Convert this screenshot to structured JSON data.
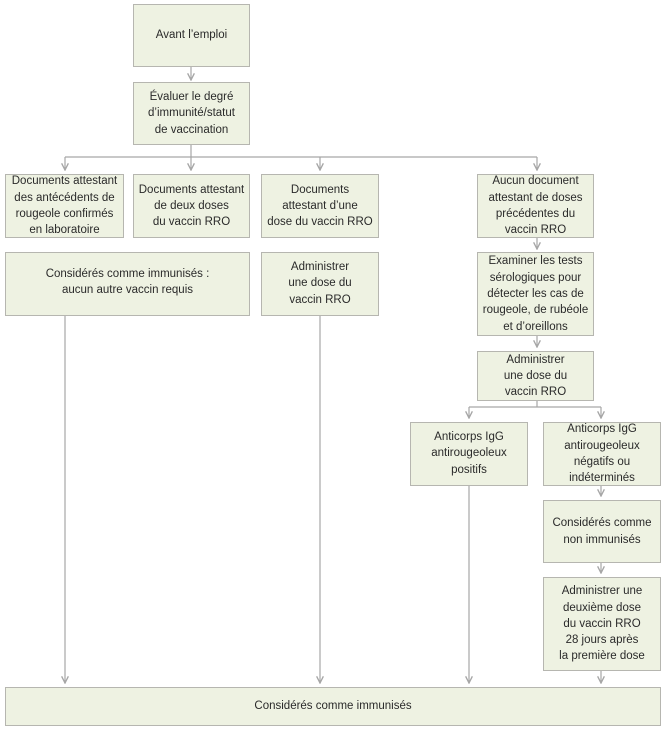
{
  "nodes": {
    "avant_emploi": "Avant l’emploi",
    "evaluer": "Évaluer le degré\nd’immunité/statut\nde vaccination",
    "docs_antecedents": "Documents attestant\ndes antécédents de\nrougeole confirmés\nen laboratoire",
    "docs_deux_doses": "Documents attestant\nde deux doses\ndu vaccin RRO",
    "docs_une_dose": "Documents\nattestant d’une\ndose du vaccin RRO",
    "aucun_document": "Aucun document\nattestant de doses\nprécédentes du\nvaccin RRO",
    "consideres_immunises_aucun": "Considérés comme immunisés :\naucun autre vaccin requis",
    "administrer_une_dose_1": "Administrer\nune dose du\nvaccin RRO",
    "examiner_tests": "Examiner les tests\nsérologiques pour\ndétecter les cas de\nrougeole, de rubéole\net d’oreillons",
    "administrer_une_dose_2": "Administrer\nune dose du\nvaccin RRO",
    "anticorps_positifs": "Anticorps IgG\nantirougeoleux\npositifs",
    "anticorps_negatifs": "Anticorps IgG\nantirougeoleux\nnégatifs ou\nindéterminés",
    "non_immunises": "Considérés comme\nnon immunisés",
    "deuxieme_dose": "Administrer une\ndeuxième dose\ndu vaccin RRO\n28 jours après\nla première dose",
    "consideres_immunises_final": "Considérés comme immunisés"
  },
  "colors": {
    "node_fill": "#eef2e2",
    "node_border": "#b6b6b0",
    "connector": "#a6a6a6"
  }
}
